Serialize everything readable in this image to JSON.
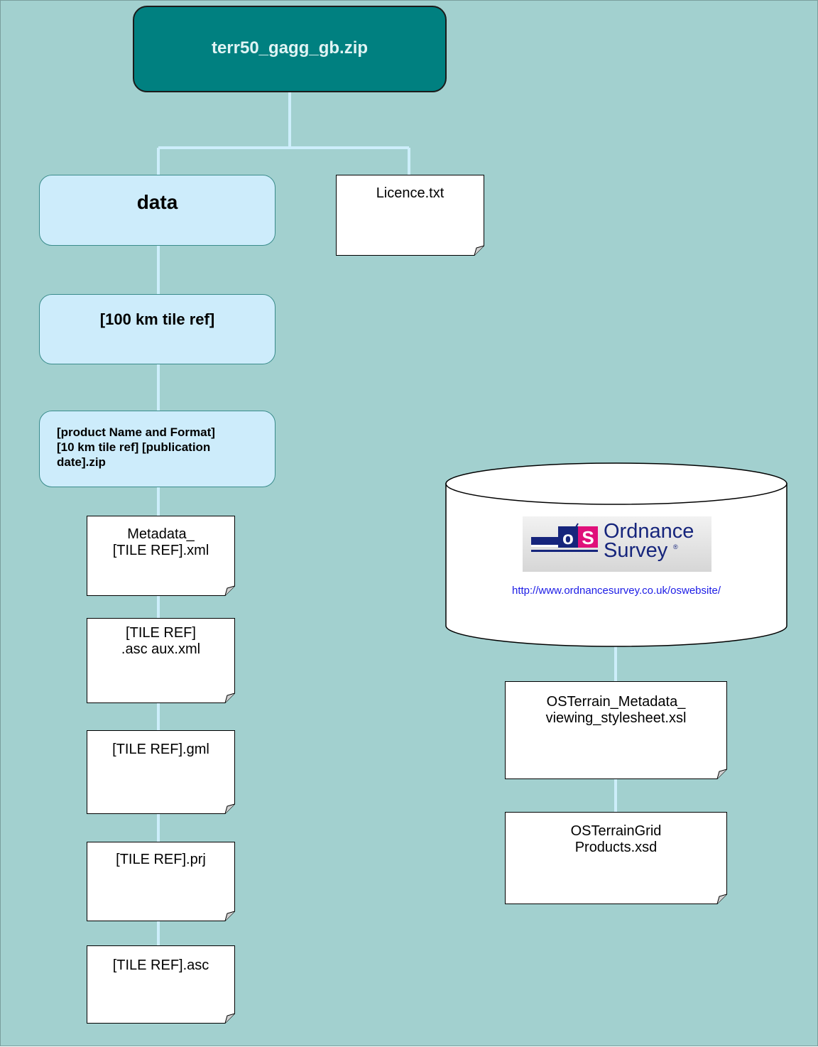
{
  "root": {
    "label": "terr50_gagg_gb.zip"
  },
  "folders": {
    "data": "data",
    "tile_100km": "[100 km tile ref]",
    "product_zip": [
      "[product Name and Format]",
      "[10 km tile ref] [publication",
      "date].zip"
    ]
  },
  "files": {
    "licence": "Licence.txt",
    "metadata": [
      "Metadata_",
      "[TILE REF].xml"
    ],
    "aux": [
      "[TILE REF]",
      ".asc aux.xml"
    ],
    "gml": "[TILE REF].gml",
    "prj": "[TILE REF].prj",
    "asc": "[TILE REF].asc",
    "stylesheet": [
      "OSTerrain_Metadata_",
      "viewing_stylesheet.xsl"
    ],
    "schema": [
      "OSTerrainGrid",
      "Products.xsd"
    ]
  },
  "database": {
    "logo_text": [
      "Ordnance",
      "Survey"
    ],
    "url": "http://www.ordnancesurvey.co.uk/oswebsite/"
  },
  "colors": {
    "background": "#a2d0cf",
    "root_fill": "#008080",
    "folder_fill": "#cdecfb",
    "connector": "#cdeefb",
    "logo_blue": "#16257c",
    "logo_pink": "#e0107a"
  }
}
